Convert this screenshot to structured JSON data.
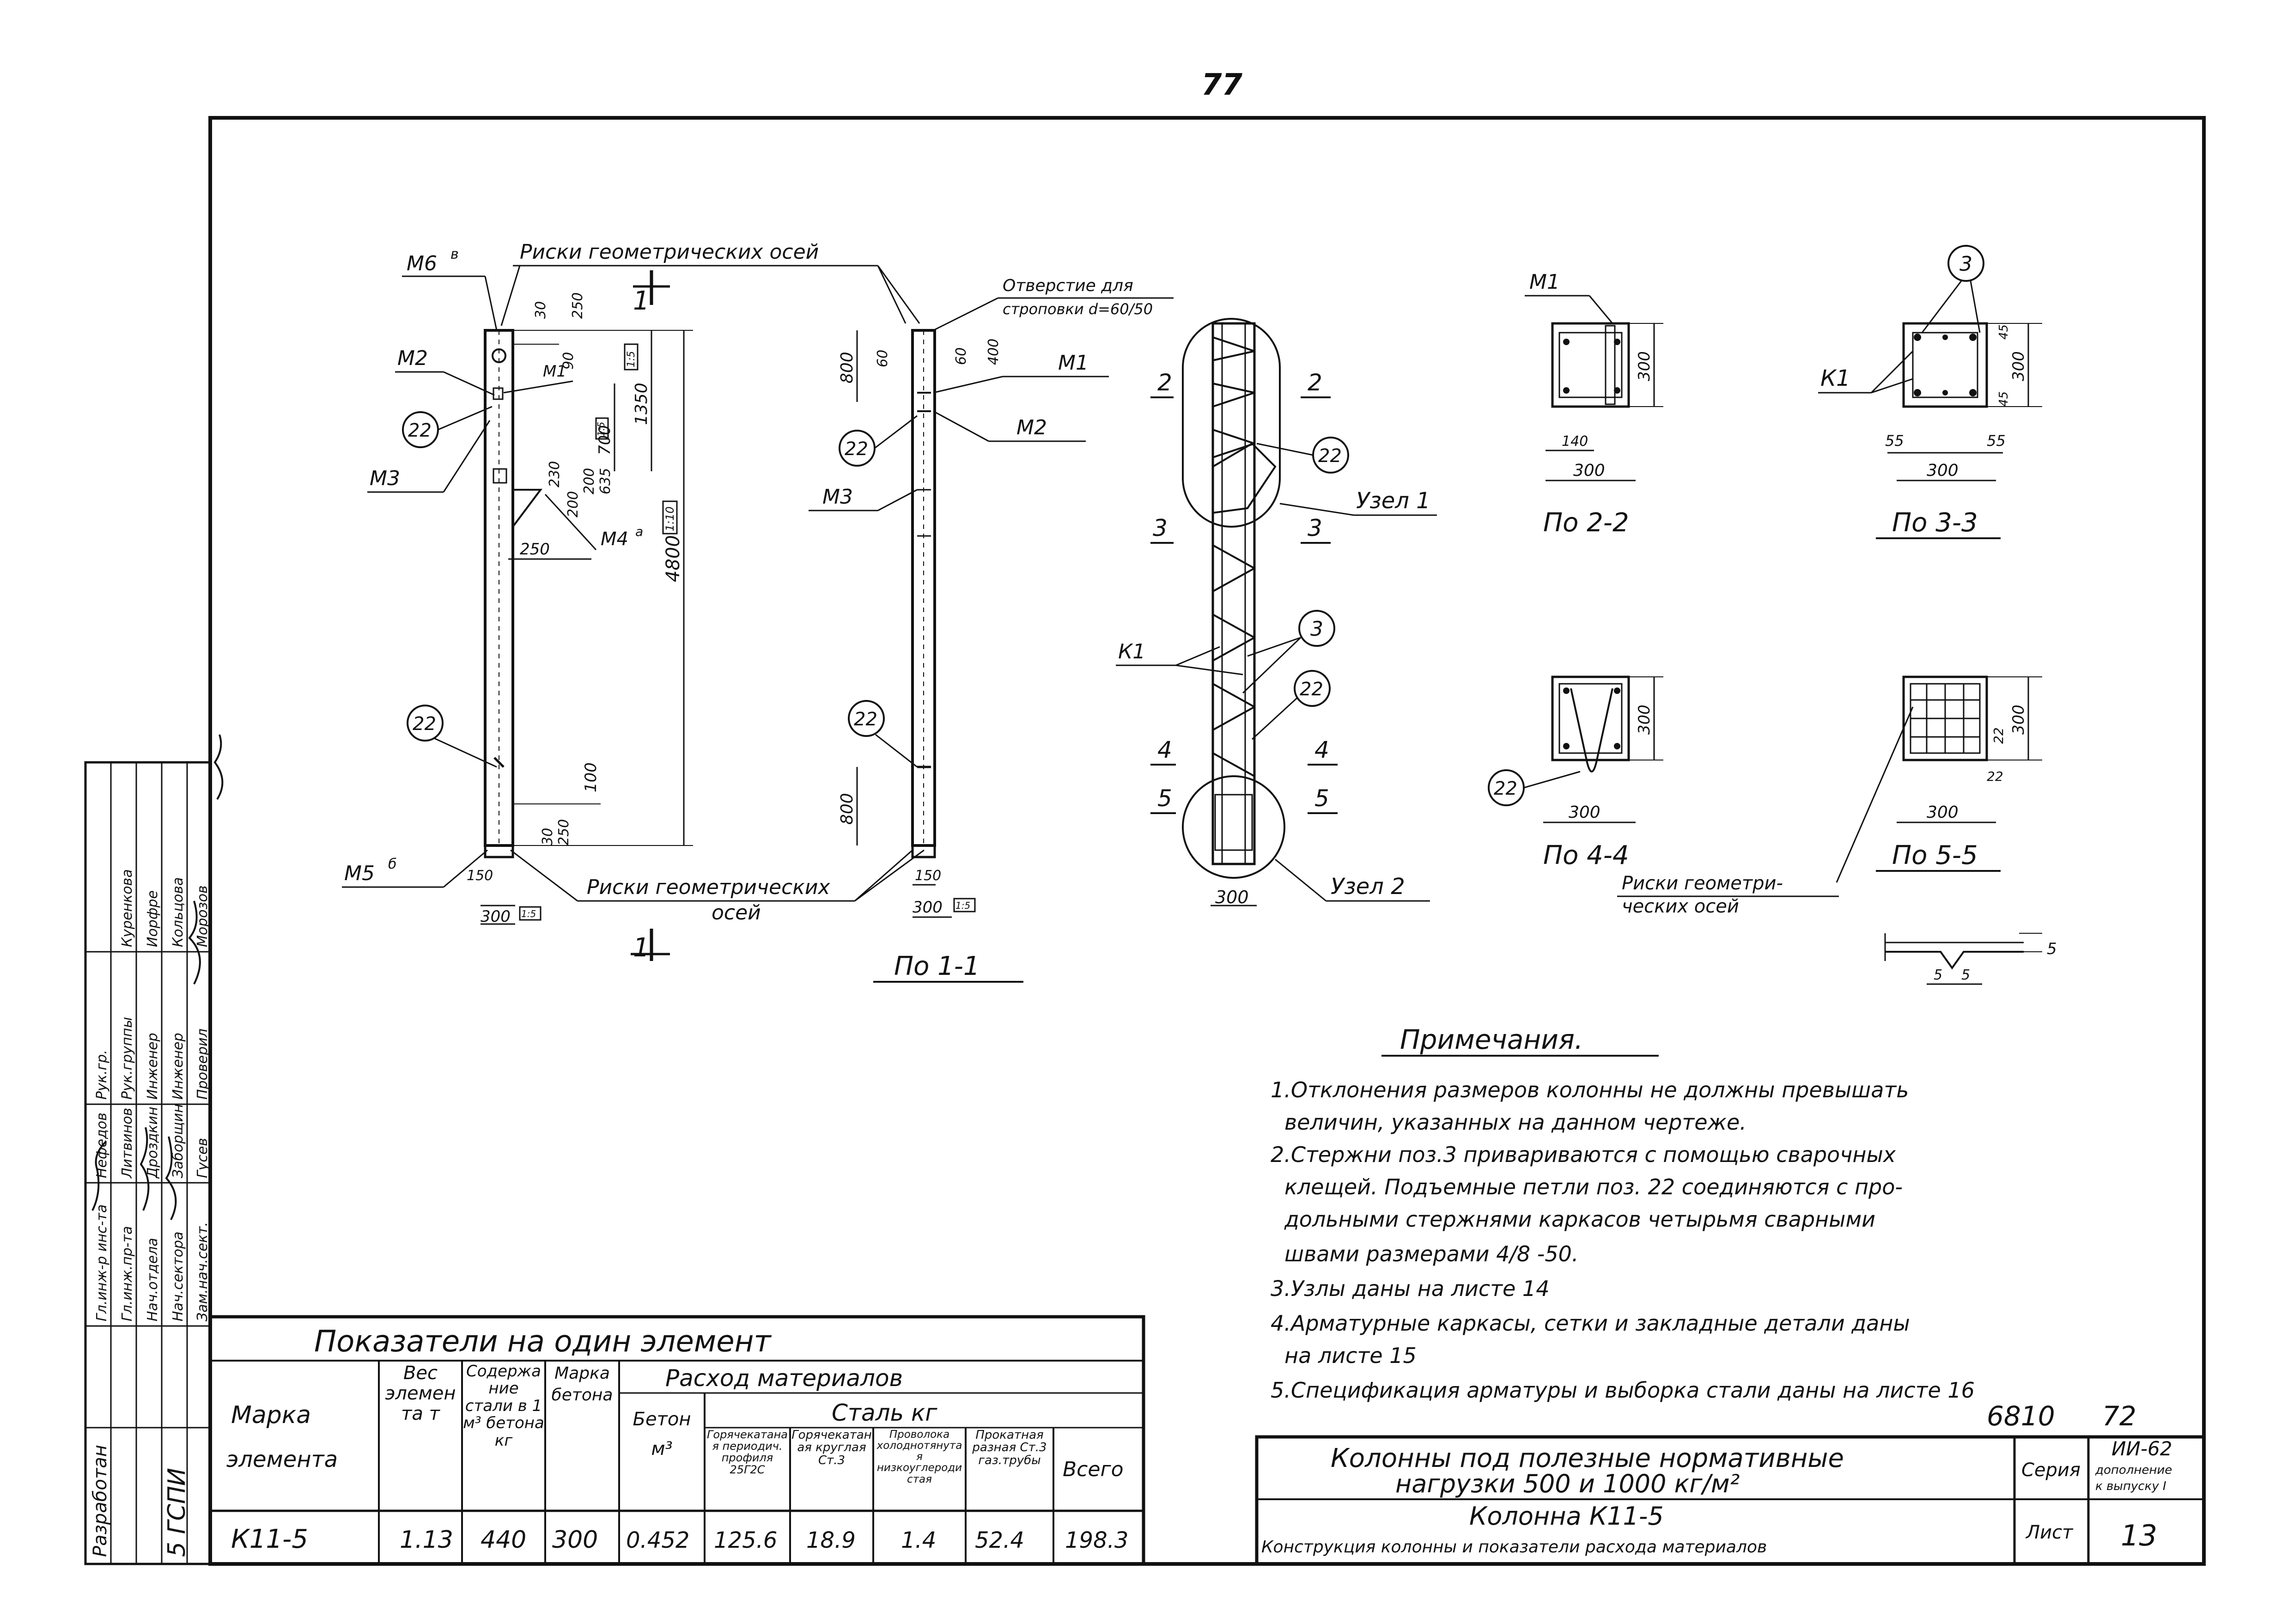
{
  "page_number": "77",
  "labels": {
    "risks_top": "Риски геометрических осей",
    "risks_bottom_1": "Риски геометрических",
    "risks_bottom_2": "осей",
    "opening_1": "Отверстие для",
    "opening_2": "строповки d=60/50",
    "m6": "М6",
    "m6_sup": "в",
    "m2": "М2",
    "m1": "М1",
    "m3": "М3",
    "m4": "М4",
    "m4_sup": "а",
    "m5": "М5",
    "m5_sup": "б",
    "k1": "К1",
    "node1": "Узел 1",
    "node2": "Узел 2",
    "cut1": "1",
    "sec2": "2",
    "sec3": "3",
    "sec4": "4",
    "sec5": "5",
    "pos22": "22",
    "pos3": "3",
    "view_1_1": "По 1-1",
    "view_2_2": "По 2-2",
    "view_3_3": "По 3-3",
    "view_4_4": "По 4-4",
    "view_5_5": "По 5-5",
    "risks_sec_1": "Риски геометри-",
    "risks_sec_2": "ческих осей"
  },
  "dims": {
    "d30": "30",
    "d250": "250",
    "d90": "90",
    "d1350": "1350",
    "d15": "1:5",
    "d230": "230",
    "d700": "700",
    "d635": "635",
    "d200": "200",
    "d4800": "4800",
    "d110": "1:10",
    "d100": "100",
    "d150": "150",
    "d300": "300",
    "d800": "800",
    "d60": "60",
    "d400": "400",
    "d140": "140",
    "d55": "55",
    "d45": "45",
    "d22": "22",
    "d5": "5"
  },
  "notes": {
    "title": "Примечания.",
    "items": [
      "1.Отклонения размеров колонны не должны превышать",
      "величин, указанных на данном чертеже.",
      "2.Стержни поз.3 привариваются с помощью сварочных",
      "клещей. Подъемные петли поз. 22 соединяются с про-",
      "дольными стержнями каркасов четырьмя сварными",
      "швами размерами 4/8 -50.",
      "3.Узлы даны на листе 14",
      "4.Арматурные каркасы, сетки и закладные детали даны",
      "на листе 15",
      "5.Спецификация арматуры и выборка стали даны на листе 16"
    ]
  },
  "table": {
    "title": "Показатели на один элемент",
    "headers": {
      "mark": "Марка",
      "mark2": "элемента",
      "weight": "Вес элемента т",
      "steel_content": "Содержание стали в 1 м³ бетона кг",
      "concrete_mark": "Марка бетона",
      "consumption": "Расход материалов",
      "concrete": "Бетон м³",
      "steel": "Сталь кг",
      "steel_cols": [
        "Горячекатаная периодич. профиля 25Г2С",
        "Горячекатаная круглая Ст.3",
        "Проволока холоднотянутая низкоуглеродистая",
        "Прокатная разная Ст.3 газ.трубы"
      ],
      "total": "Всего"
    },
    "row": [
      "К11-5",
      "1.13",
      "440",
      "300",
      "0.452",
      "125.6",
      "18.9",
      "1.4",
      "52.4",
      "198.3"
    ]
  },
  "signatures": {
    "roles": [
      "Гл.инж-р инс-та",
      "Гл.инж.пр-та",
      "Нач.отдела",
      "Нач.сектора",
      "Зам.нач.сект."
    ],
    "names": [
      "Нефедов",
      "Литвинов",
      "Дроздкин",
      "Заборщин",
      "Гусев"
    ],
    "roles2": [
      "Рук.гр.",
      "Рук.группы",
      "Инженер",
      "Инженер",
      "Проверил"
    ],
    "names2": [
      "",
      "Куренкова",
      "Иорфре",
      "Кольцова",
      "Морозов"
    ],
    "developed": "Разработан",
    "org": "5 ГСПИ"
  },
  "title_block": {
    "code": "6810",
    "num": "72",
    "main_title_1": "Колонны под полезные нормативные",
    "main_title_2": "нагрузки 500 и 1000 кг/м²",
    "series_label": "Серия",
    "series_value": "ИИ-62",
    "series_note_1": "дополнение",
    "series_note_2": "к выпуску I",
    "element": "Колонна К11-5",
    "description": "Конструкция колонны и показатели расхода материалов",
    "sheet_label": "Лист",
    "sheet_num": "13"
  }
}
